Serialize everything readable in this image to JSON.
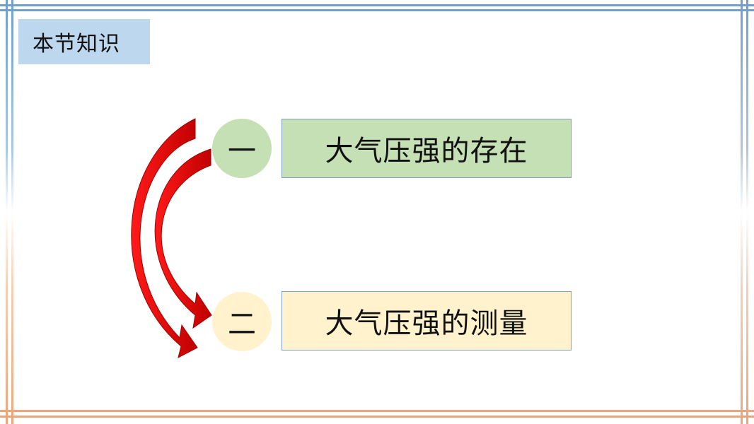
{
  "header": {
    "tag_label": "本节知识"
  },
  "topics": [
    {
      "number": "一",
      "label": "大气压强的存在",
      "color": "#c5e0b4"
    },
    {
      "number": "二",
      "label": "大气压强的测量",
      "color": "#fff2cc"
    }
  ],
  "arrow_color": "#e8000b",
  "frame_colors": {
    "top": "#6f9fcc",
    "bottom": "#eaa57a"
  }
}
